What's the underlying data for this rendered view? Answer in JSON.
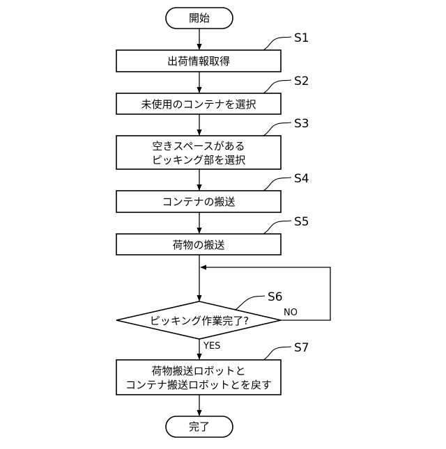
{
  "flowchart": {
    "start": "開始",
    "end": "完了",
    "steps": [
      {
        "id": "S1",
        "lines": [
          "出荷情報取得"
        ]
      },
      {
        "id": "S2",
        "lines": [
          "未使用のコンテナを選択"
        ]
      },
      {
        "id": "S3",
        "lines": [
          "空きスペースがある",
          "ピッキング部を選択"
        ]
      },
      {
        "id": "S4",
        "lines": [
          "コンテナの搬送"
        ]
      },
      {
        "id": "S5",
        "lines": [
          "荷物の搬送"
        ]
      },
      {
        "id": "S6",
        "lines": [
          "ピッキング作業完了?"
        ]
      },
      {
        "id": "S7",
        "lines": [
          "荷物搬送ロボットと",
          "コンテナ搬送ロボットとを戻す"
        ]
      }
    ],
    "branches": {
      "no": "NO",
      "yes": "YES"
    }
  }
}
